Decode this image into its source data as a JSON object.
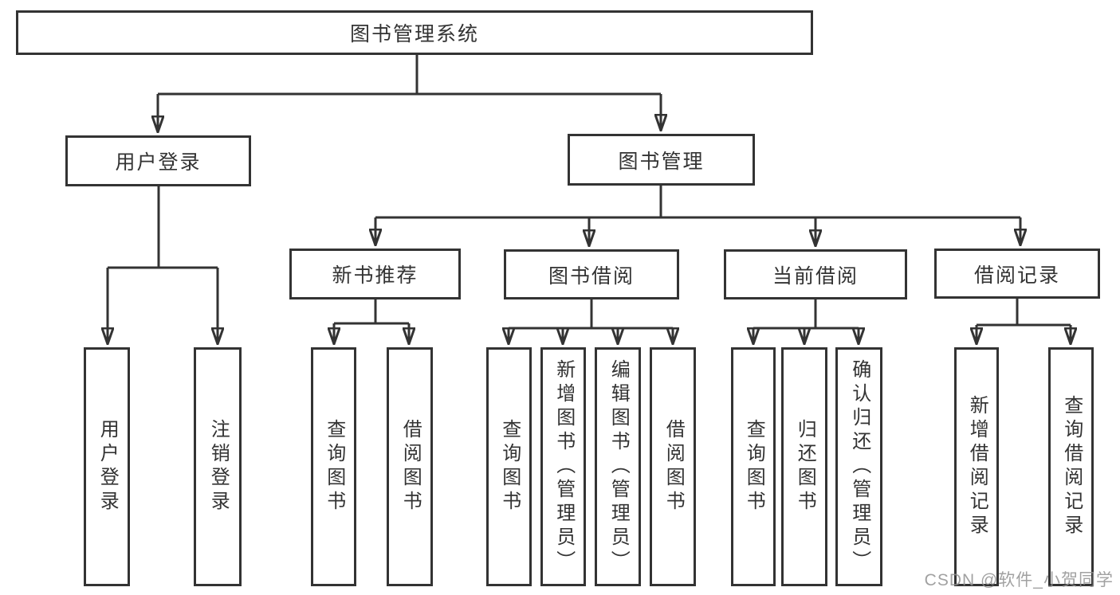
{
  "diagram": {
    "root": "图书管理系统",
    "branches": [
      {
        "label": "用户登录",
        "children": [
          {
            "label": "用户登录"
          },
          {
            "label": "注销登录"
          }
        ]
      },
      {
        "label": "图书管理",
        "children": [
          {
            "label": "新书推荐",
            "children": [
              {
                "label": "查询图书"
              },
              {
                "label": "借阅图书"
              }
            ]
          },
          {
            "label": "图书借阅",
            "children": [
              {
                "label": "查询图书"
              },
              {
                "label": "新增图书（管理员）"
              },
              {
                "label": "编辑图书（管理员）"
              },
              {
                "label": "借阅图书"
              }
            ]
          },
          {
            "label": "当前借阅",
            "children": [
              {
                "label": "查询图书"
              },
              {
                "label": "归还图书"
              },
              {
                "label": "确认归还（管理员）"
              }
            ]
          },
          {
            "label": "借阅记录",
            "children": [
              {
                "label": "新增借阅记录"
              },
              {
                "label": "查询借阅记录"
              }
            ]
          }
        ]
      }
    ]
  },
  "watermark": "CSDN @软件_小贺同学",
  "colors": {
    "line": "#333333",
    "text": "#333333",
    "box_background": "#ffffff",
    "watermark": "#919191"
  }
}
